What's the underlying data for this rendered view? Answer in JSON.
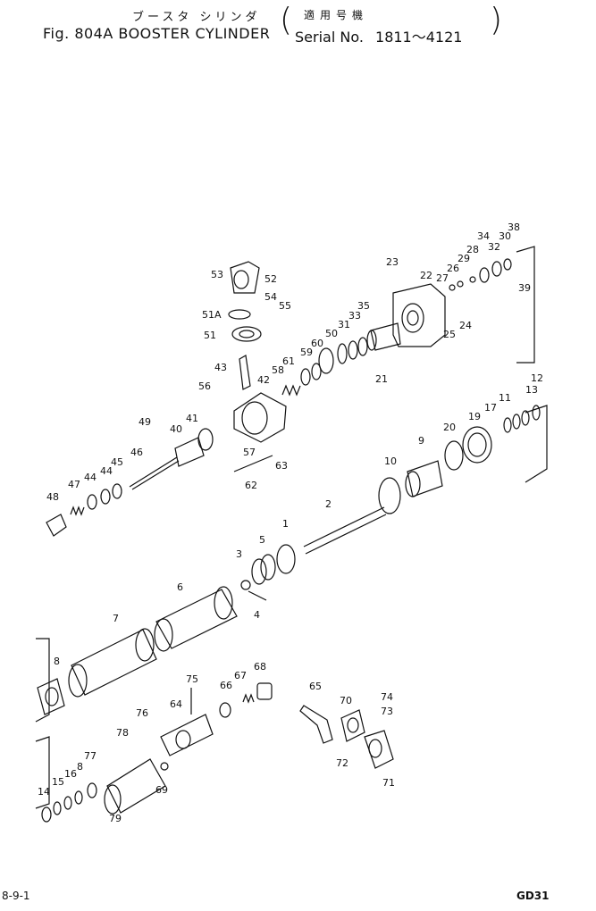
{
  "header": {
    "title_jp": "ブースタ シリンダ",
    "title_en": "Fig. 804A BOOSTER CYLINDER",
    "serial_jp": "適用号機",
    "serial_label": "Serial No.",
    "serial_range": "1811～4121"
  },
  "parts": [
    {
      "id": "53",
      "label": "53"
    },
    {
      "id": "52",
      "label": "52"
    },
    {
      "id": "54",
      "label": "54"
    },
    {
      "id": "55",
      "label": "55"
    },
    {
      "id": "51A",
      "label": "51A"
    },
    {
      "id": "51",
      "label": "51"
    },
    {
      "id": "43",
      "label": "43"
    },
    {
      "id": "42",
      "label": "42"
    },
    {
      "id": "56",
      "label": "56"
    },
    {
      "id": "49",
      "label": "49"
    },
    {
      "id": "41",
      "label": "41"
    },
    {
      "id": "40",
      "label": "40"
    },
    {
      "id": "47",
      "label": "47"
    },
    {
      "id": "44a",
      "label": "44"
    },
    {
      "id": "44b",
      "label": "44"
    },
    {
      "id": "45",
      "label": "45"
    },
    {
      "id": "46",
      "label": "46"
    },
    {
      "id": "48",
      "label": "48"
    },
    {
      "id": "57",
      "label": "57"
    },
    {
      "id": "63",
      "label": "63"
    },
    {
      "id": "62",
      "label": "62"
    },
    {
      "id": "58",
      "label": "58"
    },
    {
      "id": "61",
      "label": "61"
    },
    {
      "id": "59",
      "label": "59"
    },
    {
      "id": "60",
      "label": "60"
    },
    {
      "id": "50",
      "label": "50"
    },
    {
      "id": "31",
      "label": "31"
    },
    {
      "id": "33",
      "label": "33"
    },
    {
      "id": "35",
      "label": "35"
    },
    {
      "id": "21",
      "label": "21"
    },
    {
      "id": "23",
      "label": "23"
    },
    {
      "id": "22",
      "label": "22"
    },
    {
      "id": "24",
      "label": "24"
    },
    {
      "id": "25",
      "label": "25"
    },
    {
      "id": "27",
      "label": "27"
    },
    {
      "id": "26",
      "label": "26"
    },
    {
      "id": "29",
      "label": "29"
    },
    {
      "id": "28",
      "label": "28"
    },
    {
      "id": "34",
      "label": "34"
    },
    {
      "id": "32",
      "label": "32"
    },
    {
      "id": "30",
      "label": "30"
    },
    {
      "id": "38",
      "label": "38"
    },
    {
      "id": "39",
      "label": "39"
    },
    {
      "id": "12",
      "label": "12"
    },
    {
      "id": "13",
      "label": "13"
    },
    {
      "id": "11",
      "label": "11"
    },
    {
      "id": "17",
      "label": "17"
    },
    {
      "id": "19",
      "label": "19"
    },
    {
      "id": "20",
      "label": "20"
    },
    {
      "id": "9",
      "label": "9"
    },
    {
      "id": "10",
      "label": "10"
    },
    {
      "id": "2",
      "label": "2"
    },
    {
      "id": "1",
      "label": "1"
    },
    {
      "id": "5",
      "label": "5"
    },
    {
      "id": "3",
      "label": "3"
    },
    {
      "id": "4",
      "label": "4"
    },
    {
      "id": "6",
      "label": "6"
    },
    {
      "id": "7",
      "label": "7"
    },
    {
      "id": "8a",
      "label": "8"
    },
    {
      "id": "75",
      "label": "75"
    },
    {
      "id": "67",
      "label": "67"
    },
    {
      "id": "68",
      "label": "68"
    },
    {
      "id": "66",
      "label": "66"
    },
    {
      "id": "65",
      "label": "65"
    },
    {
      "id": "64",
      "label": "64"
    },
    {
      "id": "76",
      "label": "76"
    },
    {
      "id": "70",
      "label": "70"
    },
    {
      "id": "74",
      "label": "74"
    },
    {
      "id": "73",
      "label": "73"
    },
    {
      "id": "72",
      "label": "72"
    },
    {
      "id": "71",
      "label": "71"
    },
    {
      "id": "78",
      "label": "78"
    },
    {
      "id": "77",
      "label": "77"
    },
    {
      "id": "8b",
      "label": "8"
    },
    {
      "id": "16",
      "label": "16"
    },
    {
      "id": "15",
      "label": "15"
    },
    {
      "id": "14",
      "label": "14"
    },
    {
      "id": "79",
      "label": "79"
    },
    {
      "id": "69",
      "label": "69"
    }
  ],
  "footer": {
    "page_ref": "8-9-1",
    "code": "GD31"
  }
}
